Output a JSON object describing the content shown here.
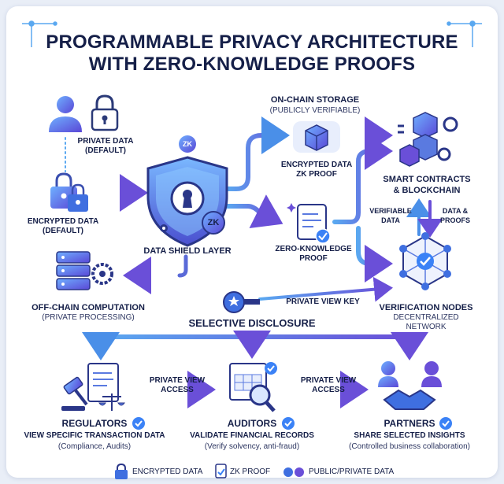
{
  "title": {
    "line1": "PROGRAMMABLE PRIVACY ARCHITECTURE",
    "line2": "WITH ZERO-KNOWLEDGE PROOFS"
  },
  "colors": {
    "navy": "#151f48",
    "accent_blue": "#3b6fe0",
    "accent_purple": "#6a4fd8",
    "light_blue": "#5aa8f0",
    "check_blue": "#3b82f6"
  },
  "nodes": {
    "private_data": {
      "label": "PRIVATE DATA",
      "sub": "(DEFAULT)"
    },
    "encrypted_data_left": {
      "label": "ENCRYPTED DATA",
      "sub": "(DEFAULT)"
    },
    "zk_badge_small": "ZK",
    "zk_badge_shield": "ZK",
    "data_shield": {
      "label": "DATA SHIELD LAYER"
    },
    "onchain_storage": {
      "label": "ON-CHAIN STORAGE",
      "sub": "(PUBLICLY VERIFIABLE)"
    },
    "encrypted_zk": {
      "line1": "ENCRYPTED DATA",
      "line2": "ZK PROOF"
    },
    "zk_proof_doc": {
      "line1": "ZERO-KNOWLEDGE",
      "line2": "PROOF"
    },
    "smart_contracts": {
      "line1": "SMART CONTRACTS",
      "line2": "& BLOCKCHAIN"
    },
    "verifiable_data": {
      "line1": "VERIFIABLE",
      "line2": "DATA"
    },
    "data_proofs": {
      "line1": "DATA &",
      "line2": "PROOFS"
    },
    "offchain": {
      "label": "OFF-CHAIN COMPUTATION",
      "sub": "(PRIVATE PROCESSING)"
    },
    "private_view_key": "PRIVATE VIEW KEY",
    "verification_nodes": {
      "label": "VERIFICATION NODES",
      "sub1": "DECENTRALIZED",
      "sub2": "NETWORK"
    },
    "selective_disclosure": "SELECTIVE DISCLOSURE",
    "pva_left": {
      "line1": "PRIVATE VIEW",
      "line2": "ACCESS"
    },
    "pva_right": {
      "line1": "PRIVATE VIEW",
      "line2": "ACCESS"
    }
  },
  "parties": [
    {
      "name": "REGULATORS",
      "desc": "VIEW SPECIFIC TRANSACTION DATA",
      "note": "(Compliance, Audits)"
    },
    {
      "name": "AUDITORS",
      "desc": "VALIDATE FINANCIAL RECORDS",
      "note": "(Verify solvency, anti-fraud)"
    },
    {
      "name": "PARTNERS",
      "desc": "SHARE SELECTED INSIGHTS",
      "note": "(Controlled business collaboration)"
    }
  ],
  "legend": [
    {
      "icon": "lock-icon",
      "label": "ENCRYPTED DATA"
    },
    {
      "icon": "zk-proof-icon",
      "label": "ZK PROOF"
    },
    {
      "icon": "dual-dot-icon",
      "label": "PUBLIC/PRIVATE DATA"
    }
  ]
}
